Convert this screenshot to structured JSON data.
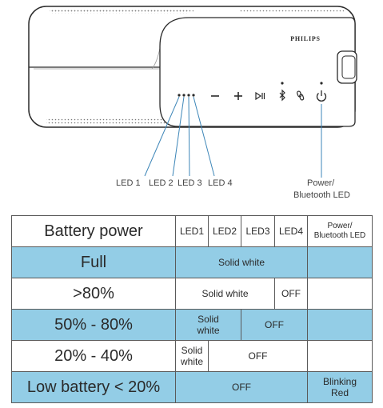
{
  "device": {
    "brand": "PHILIPS",
    "icons": [
      "led-1",
      "led-2",
      "led-3",
      "led-4",
      "volume-down-icon",
      "volume-up-icon",
      "play-pause-icon",
      "bluetooth-icon",
      "link-icon",
      "power-icon"
    ]
  },
  "callouts": {
    "led1": "LED 1",
    "led2": "LED 2",
    "led3": "LED 3",
    "led4": "LED 4",
    "power_line1": "Power/",
    "power_line2": "Bluetooth LED"
  },
  "table": {
    "header": {
      "battery_power": "Battery power",
      "led1": "LED1",
      "led2": "LED2",
      "led3": "LED3",
      "led4": "LED4",
      "power_line1": "Power/",
      "power_line2": "Bluetooth LED"
    },
    "rows": [
      {
        "level": "Full",
        "status": "Solid white"
      },
      {
        "level": ">80%",
        "status": "Solid white",
        "led4": "OFF"
      },
      {
        "level": "50% - 80%",
        "status_line1": "Solid",
        "status_line2": "white",
        "off": "OFF"
      },
      {
        "level": "20% - 40%",
        "status_line1": "Solid",
        "status_line2": "white",
        "off": "OFF"
      },
      {
        "level": "Low battery < 20%",
        "off": "OFF",
        "power_line1": "Blinking",
        "power_line2": "Red"
      }
    ]
  },
  "colors": {
    "highlight_row": "#93cde6",
    "outline": "#2a2a2a"
  }
}
